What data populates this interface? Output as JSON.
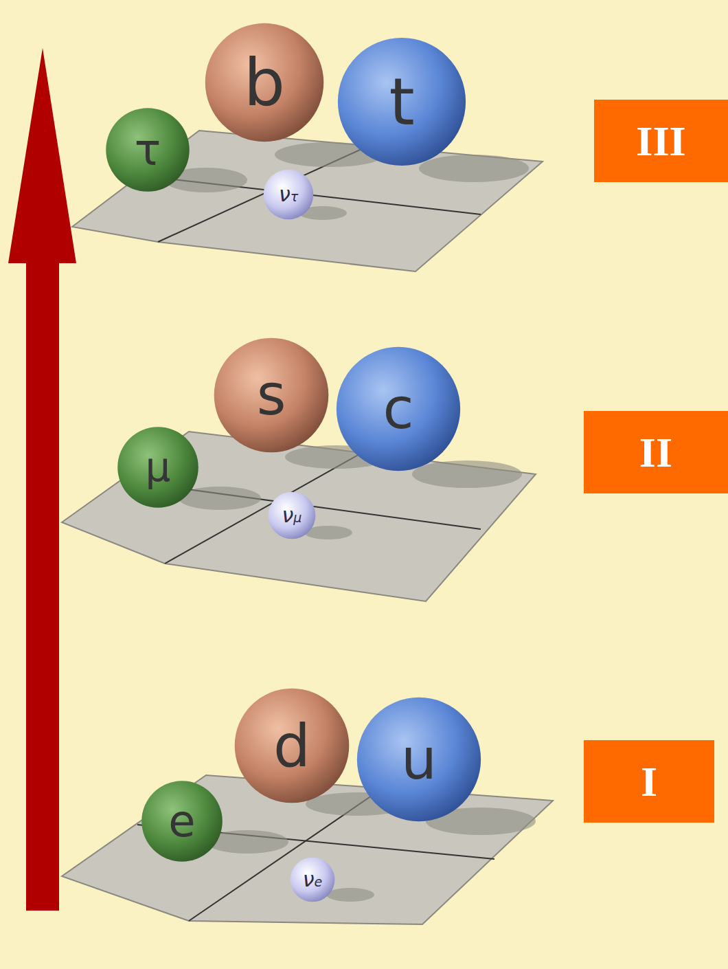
{
  "diagram": {
    "nodes": [
      {
        "text": [
          "b"
        ]
      },
      {
        "text": [
          "t"
        ]
      },
      {
        "text": [
          "τ"
        ]
      },
      {
        "text": [
          "ντ"
        ]
      },
      {
        "text": [
          "III"
        ]
      },
      {
        "text": [
          "s"
        ]
      },
      {
        "text": [
          "c"
        ]
      },
      {
        "text": [
          "μ"
        ]
      },
      {
        "text": [
          "νμ"
        ]
      },
      {
        "text": [
          "II"
        ]
      },
      {
        "text": [
          "d"
        ]
      },
      {
        "text": [
          "u"
        ]
      },
      {
        "text": [
          "e"
        ]
      },
      {
        "text": [
          "νe"
        ]
      },
      {
        "text": [
          "I"
        ]
      }
    ]
  }
}
